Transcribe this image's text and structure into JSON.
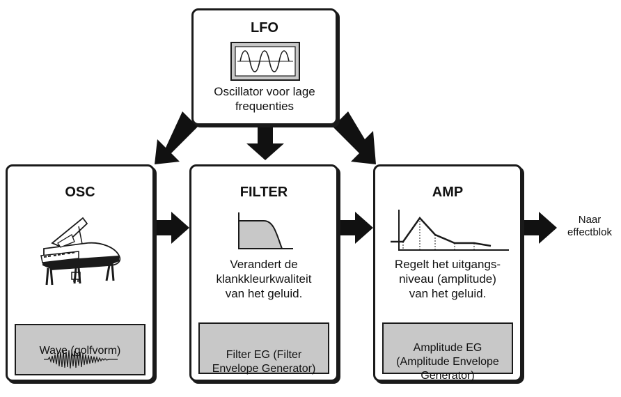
{
  "lfo": {
    "title": "LFO",
    "description": "Oscillator voor lage\nfrequenties",
    "icon": "sine-wave-icon"
  },
  "osc": {
    "title": "OSC",
    "icon": "grand-piano-icon",
    "sub_label": "Wave (golfvorm)",
    "sub_icon": "waveform-icon"
  },
  "filter": {
    "title": "FILTER",
    "icon": "lowpass-filter-icon",
    "description": "Verandert de\nklankkleurkwaliteit\nvan het geluid.",
    "sub_label": "Filter EG (Filter\nEnvelope Generator)"
  },
  "amp": {
    "title": "AMP",
    "icon": "amplitude-envelope-icon",
    "description": "Regelt het uitgangs-\nniveau (amplitude)\nvan het geluid.",
    "sub_label": "Amplitude EG\n(Amplitude Envelope\nGenerator)"
  },
  "output": {
    "label": "Naar\neffectblok"
  },
  "colors": {
    "stroke": "#1a1a1a",
    "panel_gray": "#c8c8c8",
    "arrow": "#111111"
  }
}
